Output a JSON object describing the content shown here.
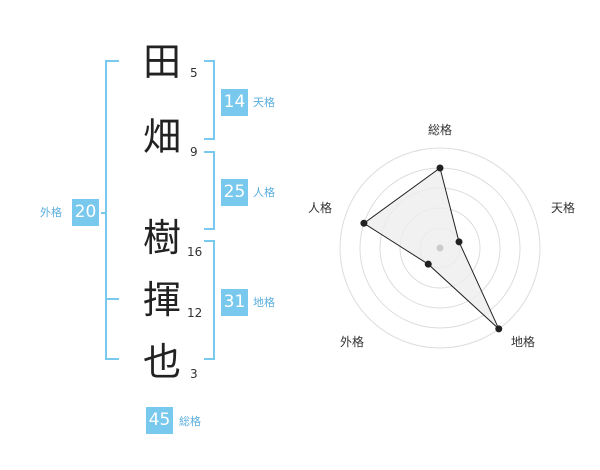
{
  "name": {
    "chars": [
      {
        "char": "田",
        "strokes": "5"
      },
      {
        "char": "畑",
        "strokes": "9"
      },
      {
        "char": "樹",
        "strokes": "16"
      },
      {
        "char": "揮",
        "strokes": "12"
      },
      {
        "char": "也",
        "strokes": "3"
      }
    ]
  },
  "kakusu": {
    "tenkaku": {
      "value": "14",
      "label": "天格"
    },
    "jinkaku": {
      "value": "25",
      "label": "人格"
    },
    "chikaku": {
      "value": "31",
      "label": "地格"
    },
    "gaikaku": {
      "value": "20",
      "label": "外格"
    },
    "soukaku": {
      "value": "45",
      "label": "総格"
    }
  },
  "colors": {
    "accent": "#79c8ee",
    "badge_text": "#ffffff",
    "radar_line": "#222222",
    "radar_fill": "#eeeeee"
  },
  "radar": {
    "labels": [
      "総格",
      "天格",
      "地格",
      "外格",
      "人格"
    ],
    "values": [
      0.8,
      0.2,
      1.0,
      0.2,
      0.8
    ]
  }
}
